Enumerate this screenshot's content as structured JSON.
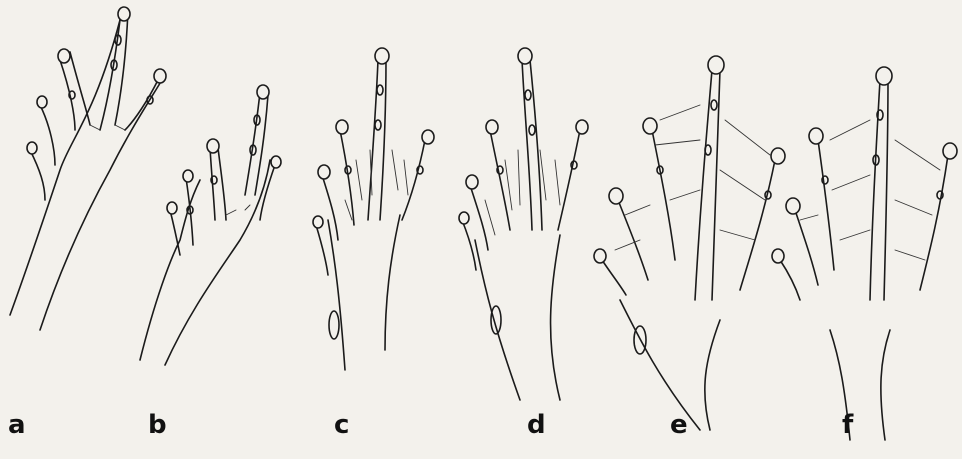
{
  "figure": {
    "panels": [
      {
        "label": "a",
        "webbing": 0.05
      },
      {
        "label": "b",
        "webbing": 0.12
      },
      {
        "label": "c",
        "webbing": 0.45
      },
      {
        "label": "d",
        "webbing": 0.55
      },
      {
        "label": "e",
        "webbing": 0.9
      },
      {
        "label": "f",
        "webbing": 0.85
      }
    ]
  },
  "colors": {
    "background": "#f3f1ec",
    "ink": "#1b1b1b"
  }
}
